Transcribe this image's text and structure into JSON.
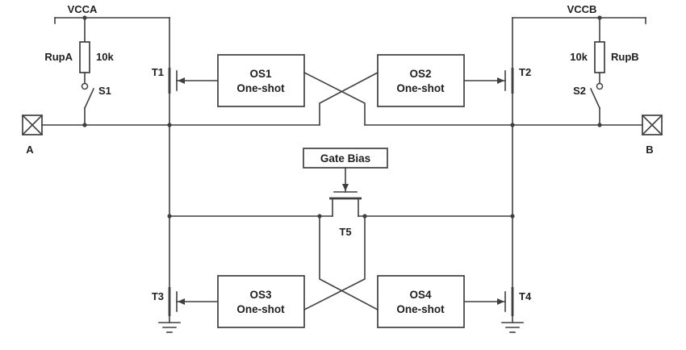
{
  "diagram": {
    "power_labels": {
      "vcca": "VCCA",
      "vccb": "VCCB"
    },
    "resistors": {
      "rupa": "RupA",
      "rupa_value": "10k",
      "rupb": "RupB",
      "rupb_value": "10k"
    },
    "switches": {
      "s1": "S1",
      "s2": "S2"
    },
    "ports": {
      "a": "A",
      "b": "B"
    },
    "transistors": {
      "t1": "T1",
      "t2": "T2",
      "t3": "T3",
      "t4": "T4",
      "t5": "T5"
    },
    "oneshots": {
      "os1": {
        "title": "OS1",
        "subtitle": "One-shot"
      },
      "os2": {
        "title": "OS2",
        "subtitle": "One-shot"
      },
      "os3": {
        "title": "OS3",
        "subtitle": "One-shot"
      },
      "os4": {
        "title": "OS4",
        "subtitle": "One-shot"
      }
    },
    "gate_bias": {
      "label": "Gate Bias"
    },
    "colors": {
      "wire": "#3f3f3f",
      "text": "#1f1f1f",
      "background": "#ffffff"
    }
  }
}
